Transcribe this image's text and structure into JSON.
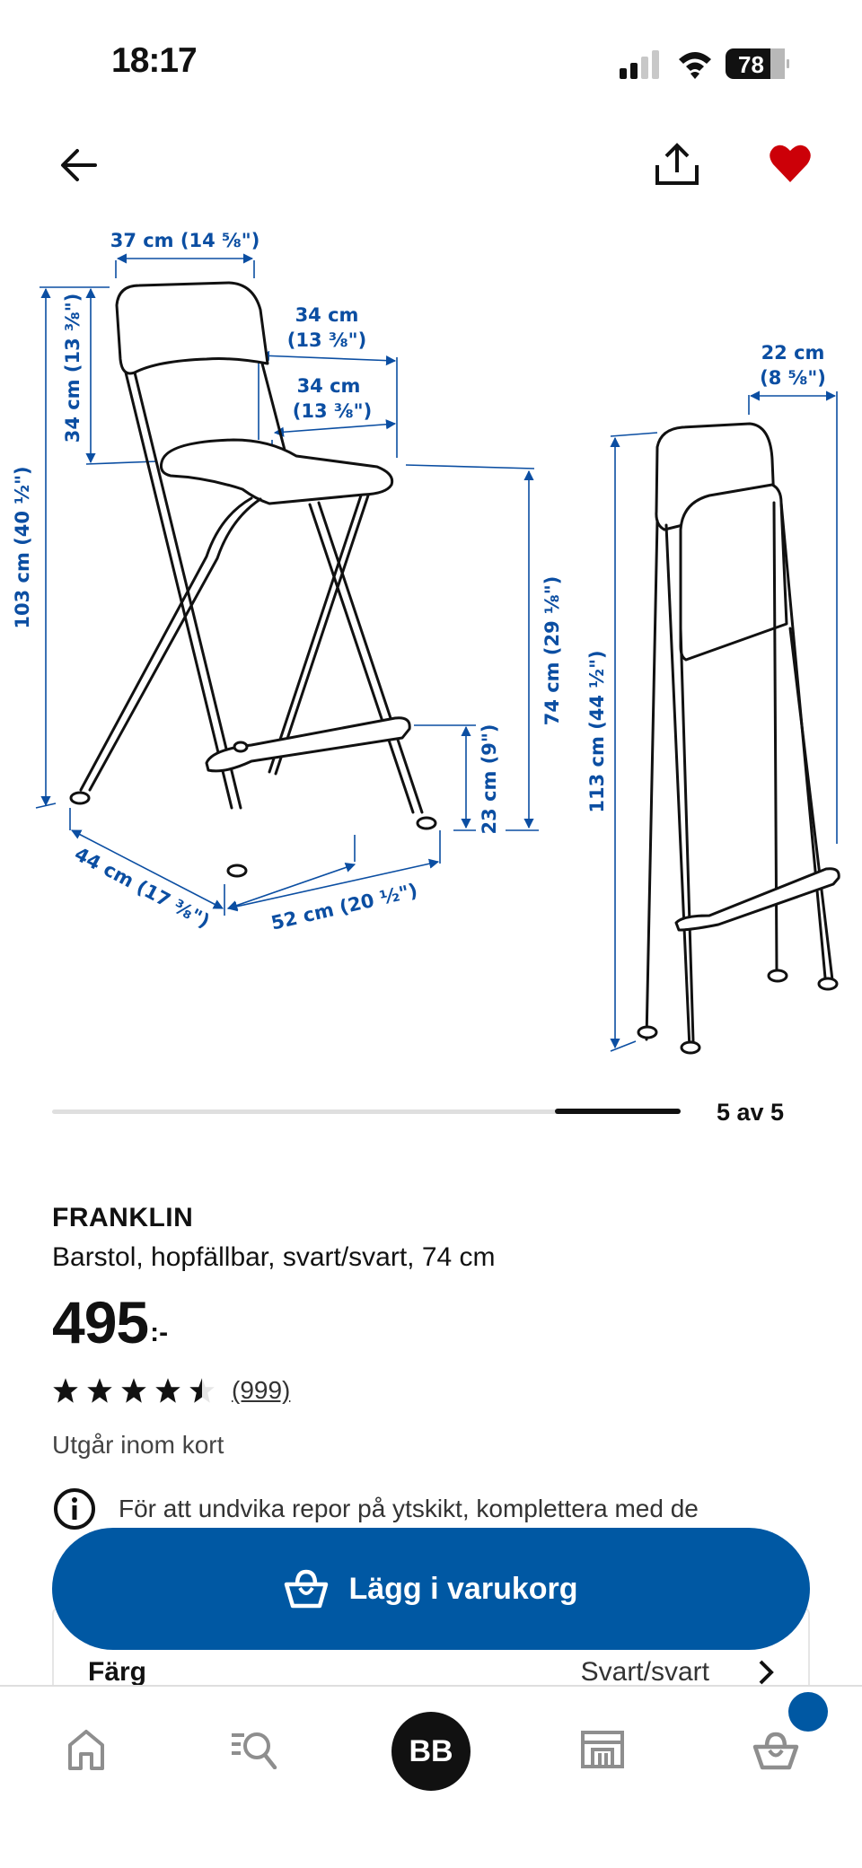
{
  "status_bar": {
    "time": "18:17",
    "battery_percent": "78",
    "signal_bars_active": 2,
    "signal_bars_total": 4
  },
  "top_nav": {
    "back_icon": "arrow-left-icon",
    "share_icon": "share-icon",
    "favorite_icon": "heart-filled-icon",
    "favorite_color": "#cc0008"
  },
  "diagram": {
    "accent_color": "#0b4ea2",
    "dimensions": {
      "backrest_width": "37 cm (14 ⅝\")",
      "backrest_height": "34 cm (13 ⅜\")",
      "total_height": "103 cm (40 ½\")",
      "seat_depth_top_cm": "34 cm",
      "seat_depth_top_in": "(13 ⅜\")",
      "seat_depth_cm": "34 cm",
      "seat_depth_in": "(13 ⅜\")",
      "seat_height": "74 cm (29 ⅛\")",
      "footrest_height": "23 cm (9\")",
      "depth": "44 cm (17 ⅜\")",
      "width": "52 cm (20 ½\")",
      "folded_depth_cm": "22 cm",
      "folded_depth_in": "(8 ⅝\")",
      "folded_height": "113 cm (44 ½\")"
    }
  },
  "pager": {
    "label": "5 av 5",
    "current": 5,
    "total": 5
  },
  "product": {
    "name": "FRANKLIN",
    "description": "Barstol, hopfällbar, svart/svart, 74 cm",
    "price": "495",
    "price_suffix": ":-",
    "rating": 4.5,
    "review_count": "(999)",
    "availability": "Utgår inom kort",
    "info_text": "För att undvika repor på ytskikt, komplettera med de"
  },
  "add_to_cart": {
    "label": "Lägg i varukorg",
    "color": "#0058a3"
  },
  "color_selector": {
    "label": "Färg",
    "value": "Svart/svart"
  },
  "tab_bar": {
    "items": [
      {
        "name": "home",
        "icon": "home-icon"
      },
      {
        "name": "search",
        "icon": "search-list-icon"
      },
      {
        "name": "profile",
        "label": "BB"
      },
      {
        "name": "store",
        "icon": "store-icon"
      },
      {
        "name": "cart",
        "icon": "basket-icon",
        "has_badge": true
      }
    ]
  }
}
